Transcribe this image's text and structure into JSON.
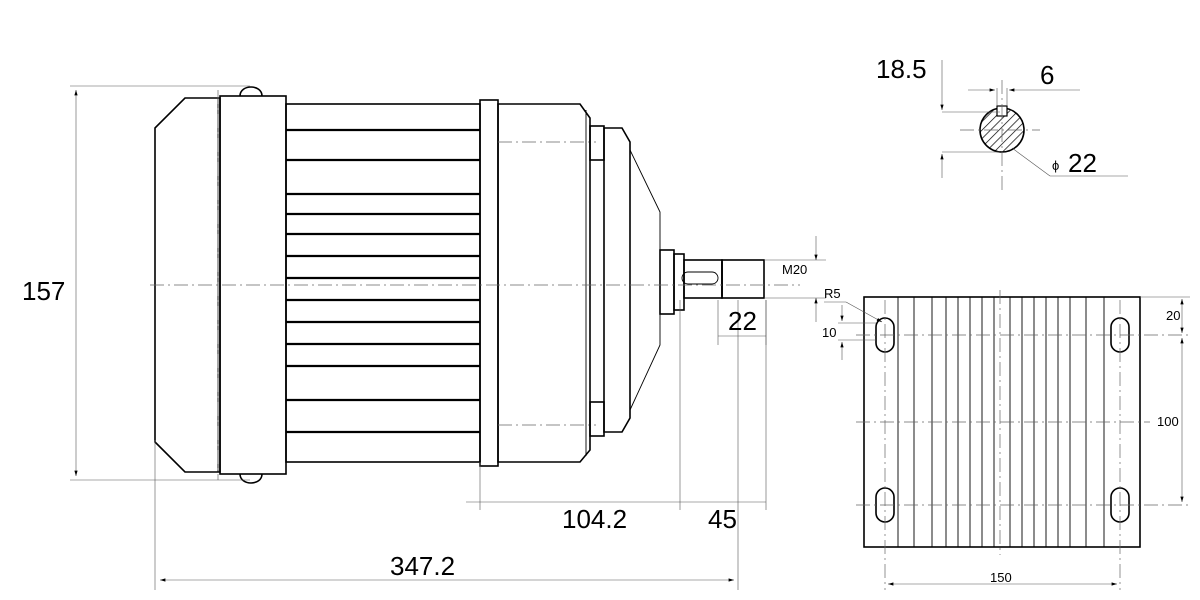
{
  "dimensions": {
    "overall_length": "347.2",
    "height": "157",
    "body_offset": "104.2",
    "shaft_length": "45",
    "thread_length": "22",
    "thread": "M20",
    "key_height": "18.5",
    "key_width": "6",
    "shaft_diameter": "22",
    "hole_radius": "R5",
    "hole_slot": "10",
    "hole_top": "20",
    "hole_spacing_vertical": "100",
    "hole_spacing_horizontal": "150"
  }
}
